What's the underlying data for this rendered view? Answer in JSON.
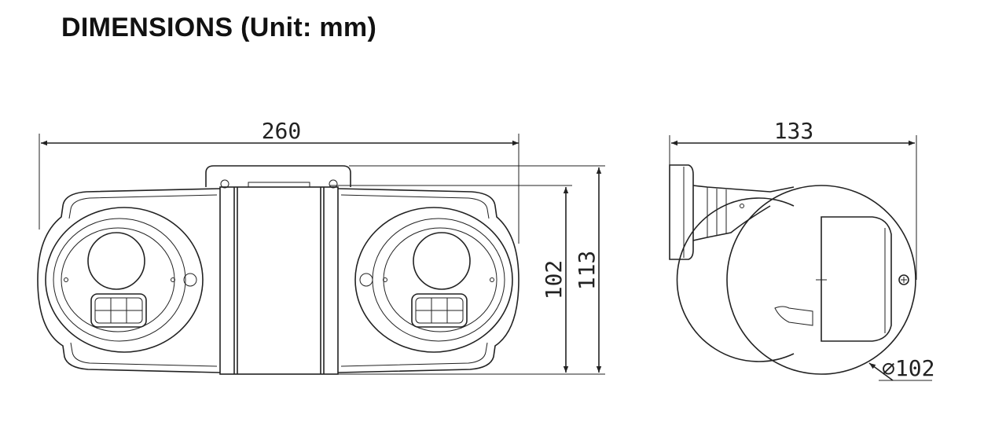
{
  "title": "DIMENSIONS (Unit: mm)",
  "dimensions": {
    "front_width": "260",
    "body_height": "102",
    "overall_height": "113",
    "side_depth": "133",
    "diameter": "∅102"
  }
}
